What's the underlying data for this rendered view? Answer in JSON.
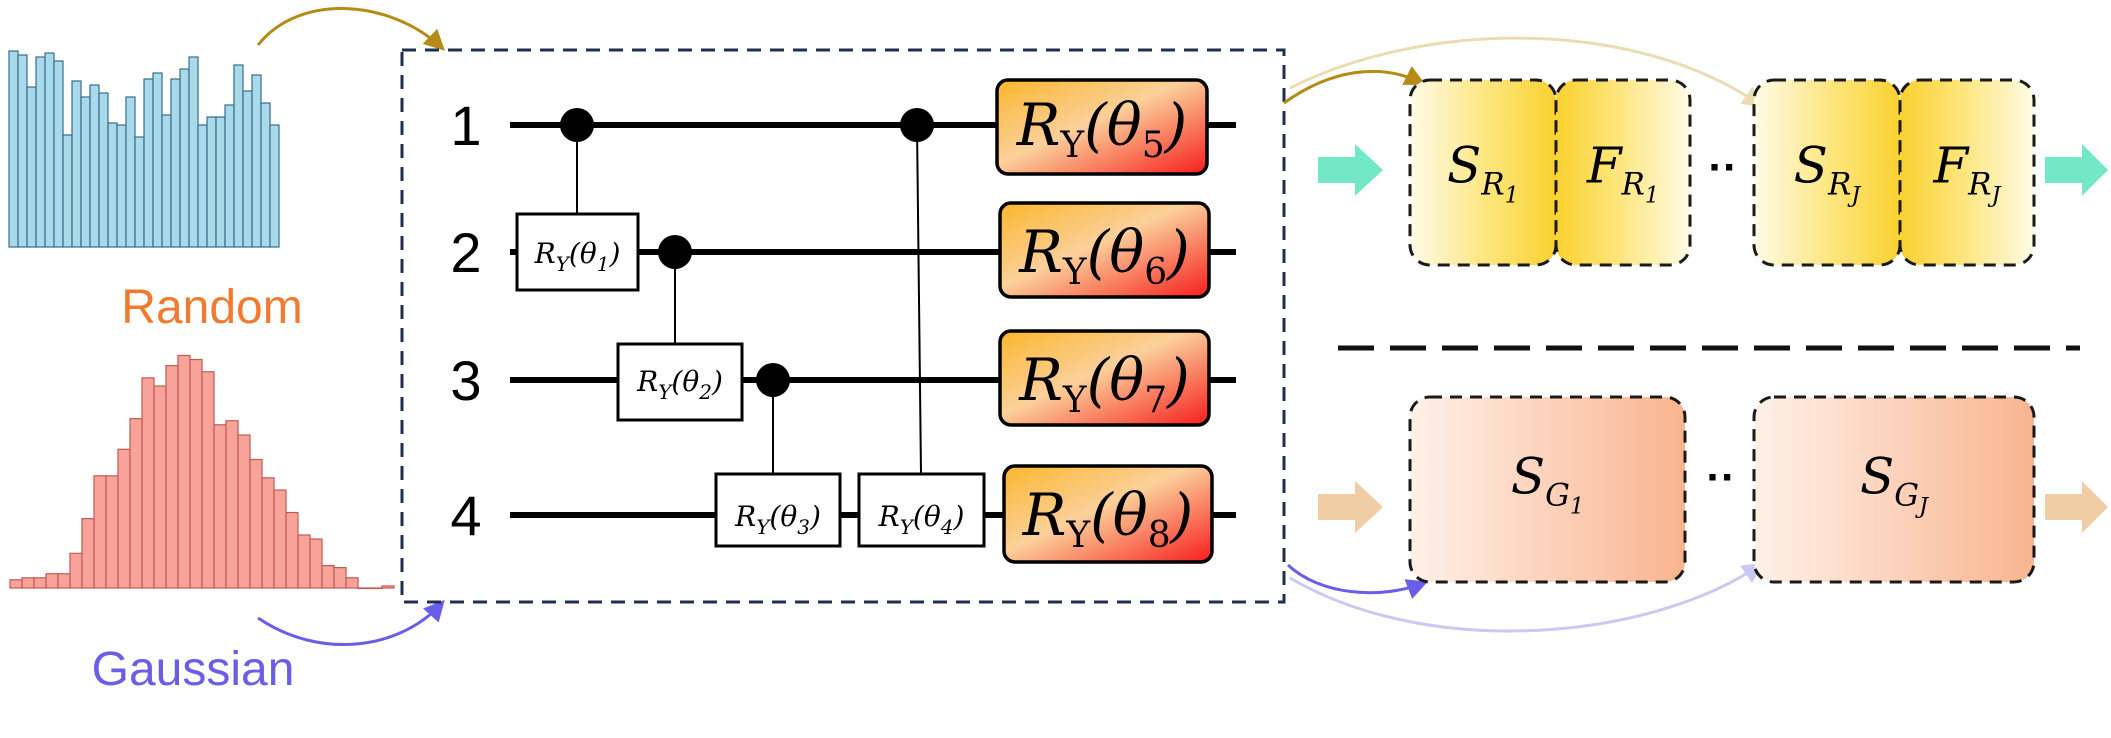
{
  "labels": {
    "random": "Random",
    "gaussian": "Gaussian"
  },
  "colors": {
    "random_label": "#f07b2f",
    "gaussian_label": "#6a5ee8",
    "random_hist_fill": "#a9daea",
    "random_hist_stroke": "#3a6b8c",
    "gaussian_hist_fill": "#f7a39a",
    "gaussian_hist_stroke": "#c25a54",
    "gold_arrow": "#b58a17",
    "violet_arrow": "#6a5ee8",
    "teal_arrow": "#72e8c6",
    "tan_arrow": "#f1cda5",
    "ry_gate_gradient": [
      "#fbb62d",
      "#f71c1c"
    ],
    "random_block_gradient": [
      "#fad12f",
      "#fffbe6"
    ],
    "gaussian_block_gradient": [
      "#fff0e6",
      "#f9b48f"
    ]
  },
  "random_histogram": [
    0.98,
    0.96,
    0.8,
    0.95,
    0.97,
    0.93,
    0.56,
    0.83,
    0.75,
    0.81,
    0.77,
    0.62,
    0.61,
    0.75,
    0.55,
    0.84,
    0.87,
    0.66,
    0.84,
    0.89,
    0.95,
    0.61,
    0.65,
    0.65,
    0.71,
    0.91,
    0.78,
    0.86,
    0.72,
    0.61
  ],
  "gaussian_histogram": [
    0.04,
    0.05,
    0.05,
    0.07,
    0.07,
    0.17,
    0.34,
    0.55,
    0.55,
    0.68,
    0.83,
    1.03,
    0.99,
    1.09,
    1.14,
    1.12,
    1.06,
    0.8,
    0.82,
    0.75,
    0.63,
    0.54,
    0.48,
    0.37,
    0.26,
    0.24,
    0.11,
    0.1,
    0.05,
    0.0,
    0.0,
    0.01
  ],
  "circuit": {
    "qubits": [
      "1",
      "2",
      "3",
      "4"
    ],
    "small_gates": [
      {
        "r": "R",
        "sub": "Y",
        "theta": "θ",
        "index": "1"
      },
      {
        "r": "R",
        "sub": "Y",
        "theta": "θ",
        "index": "2"
      },
      {
        "r": "R",
        "sub": "Y",
        "theta": "θ",
        "index": "3"
      },
      {
        "r": "R",
        "sub": "Y",
        "theta": "θ",
        "index": "4"
      }
    ],
    "ry_gates": [
      {
        "r": "R",
        "sub": "Y",
        "theta": "θ",
        "index": "5"
      },
      {
        "r": "R",
        "sub": "Y",
        "theta": "θ",
        "index": "6"
      },
      {
        "r": "R",
        "sub": "Y",
        "theta": "θ",
        "index": "7"
      },
      {
        "r": "R",
        "sub": "Y",
        "theta": "θ",
        "index": "8"
      }
    ]
  },
  "random_blocks": [
    {
      "letter": "S",
      "sub": "R",
      "subsub": "1"
    },
    {
      "letter": "F",
      "sub": "R",
      "subsub": "1"
    },
    {
      "letter": "S",
      "sub": "R",
      "subsub": "J"
    },
    {
      "letter": "F",
      "sub": "R",
      "subsub": "J"
    }
  ],
  "gaussian_blocks": [
    {
      "letter": "S",
      "sub": "G",
      "subsub": "1"
    },
    {
      "letter": "S",
      "sub": "G",
      "subsub": "J"
    }
  ],
  "ellipsis": "··"
}
